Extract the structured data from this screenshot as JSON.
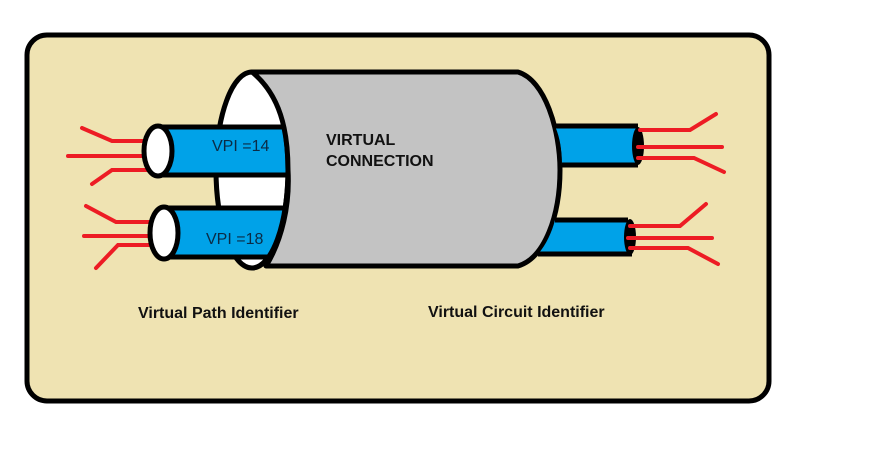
{
  "diagram": {
    "title": "Virtual Connection",
    "colors": {
      "panel": "#efe3b2",
      "outline": "#000000",
      "connection": "#c3c3c3",
      "cable": "#00a2e8",
      "cable_end": "#ffffff",
      "wire": "#ed1c24"
    },
    "connection_label_line1": "VIRTUAL",
    "connection_label_line2": "CONNECTION",
    "vpi_paths": [
      {
        "label": "VPI =14"
      },
      {
        "label": "VPI =18"
      }
    ],
    "caption_left": "Virtual Path Identifier",
    "caption_right": "Virtual Circuit Identifier"
  }
}
